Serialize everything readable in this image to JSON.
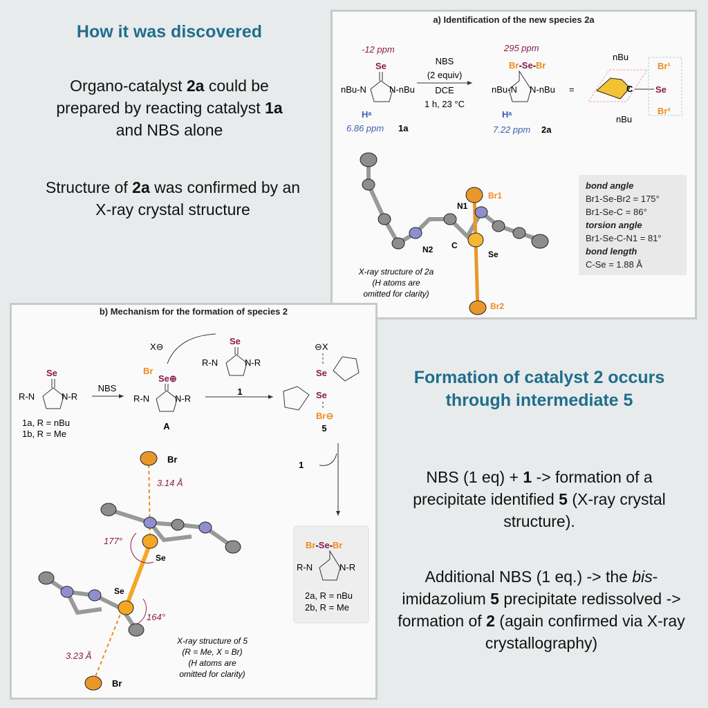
{
  "left_top": {
    "heading": "How it was discovered",
    "p1_a": "Organo-catalyst ",
    "p1_b": "2a",
    "p1_c": " could be prepared by reacting catalyst ",
    "p1_d": "1a",
    "p1_e": " and NBS alone",
    "p2_a": "Structure of ",
    "p2_b": "2a",
    "p2_c": " was confirmed by an X-ray crystal structure"
  },
  "right_bottom": {
    "heading": "Formation of catalyst 2 occurs through intermediate 5",
    "p1_a": "NBS (1 eq) + ",
    "p1_b": "1",
    "p1_c": "  -> formation of a precipitate identified ",
    "p1_d": "5",
    "p1_e": " (X-ray crystal structure).",
    "p2_a": "Additional NBS (1 eq.) -> the ",
    "p2_b": "bis",
    "p2_c": "-imidazolium ",
    "p2_d": "5",
    "p2_e": " precipitate redissolved -> formation of ",
    "p2_f": "2",
    "p2_g": " (again confirmed via X-ray crystallography)"
  },
  "panel_a": {
    "title": "a) Identification of the new species 2a",
    "ppm_se_1a": "-12 ppm",
    "ppm_se_2a": "295 ppm",
    "ppm_h_1a": "6.86 ppm",
    "ppm_h_2a": "7.22 ppm",
    "reagent": "NBS",
    "equiv": "(2 equiv)",
    "solvent": "DCE",
    "conditions": "1 h, 23 °C",
    "label_1a": "1a",
    "label_2a": "2a",
    "xray_caption": [
      "X-ray structure of 2a",
      "(H atoms are",
      "omitted for clarity)"
    ],
    "atom_labels": {
      "br1": "Br1",
      "br2": "Br2",
      "n1": "N1",
      "n2": "N2",
      "c": "C",
      "se": "Se"
    },
    "box": {
      "bond_angle_title": "bond angle",
      "bond_angle_1": "Br1-Se-Br2 = 175°",
      "bond_angle_2": "Br1-Se-C = 86°",
      "torsion_title": "torsion angle",
      "torsion_1": "Br1-Se-C-N1 = 81°",
      "bond_length_title": "bond length",
      "bond_length_1": "C-Se = 1.88 Å"
    }
  },
  "panel_b": {
    "title": "b) Mechanism for the formation of species 2",
    "reagent": "NBS",
    "reagent_2": "1",
    "label_A": "A",
    "label_1": "1",
    "label_5": "5",
    "label_1a": "1a, R = nBu",
    "label_1b": "1b, R = Me",
    "label_2a": "2a, R = nBu",
    "label_2b": "2b, R = Me",
    "step_reagent": "1",
    "dist_1": "3.14 Å",
    "dist_2": "3.23 Å",
    "angle_1": "177°",
    "angle_2": "164°",
    "atom_br": "Br",
    "atom_se": "Se",
    "xray_caption": [
      "X-ray structure of 5",
      "(R = Me, X = Br)",
      "(H atoms are",
      "omitted for clarity)"
    ]
  },
  "colors": {
    "heading": "#1f6e8c",
    "se": "#8b1a4a",
    "br": "#f08a1c",
    "h": "#3a5fb0",
    "ppm": "#8b1a4a"
  }
}
